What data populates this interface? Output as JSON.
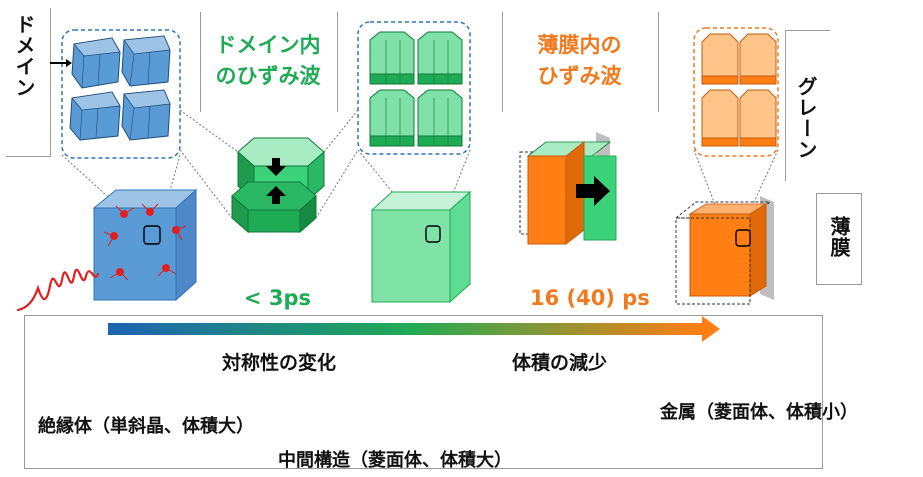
{
  "labels": {
    "domain": "ドメイン",
    "grain": "グレーン",
    "film": "薄膜"
  },
  "wave_titles": {
    "domain_line1": "ドメイン内",
    "domain_line2": "のひずみ波",
    "film_line1": "薄膜内の",
    "film_line2": "ひずみ波"
  },
  "times": {
    "t1": "< 3ps",
    "t2": "16 (40) ps"
  },
  "arrow_labels": {
    "symmetry": "対称性の変化",
    "volume": "体積の減少"
  },
  "states": {
    "insulator": "絶縁体（単斜晶、体積大）",
    "intermediate": "中間構造（菱面体、体積大）",
    "metal": "金属（菱面体、体積小）"
  },
  "colors": {
    "blue": "#5b9bd5",
    "green": "#3cd27a",
    "orange": "#ff7f14",
    "peach": "#ffc48a"
  }
}
